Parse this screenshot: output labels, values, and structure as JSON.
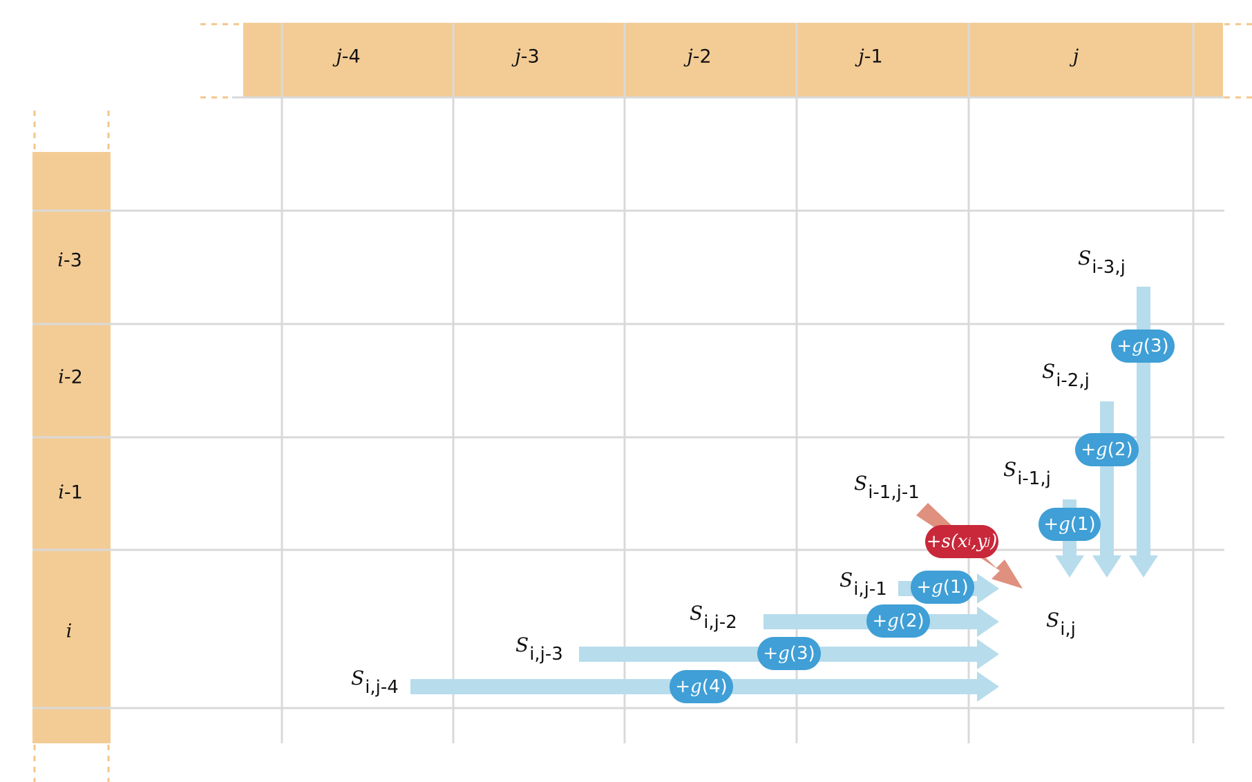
{
  "columns": [
    {
      "var": "j",
      "suffix": "-4"
    },
    {
      "var": "j",
      "suffix": "-3"
    },
    {
      "var": "j",
      "suffix": "-2"
    },
    {
      "var": "j",
      "suffix": "-1"
    },
    {
      "var": "j",
      "suffix": ""
    }
  ],
  "rows": [
    {
      "var": "i",
      "suffix": "-3"
    },
    {
      "var": "i",
      "suffix": "-2"
    },
    {
      "var": "i",
      "suffix": "-1"
    },
    {
      "var": "i",
      "suffix": ""
    }
  ],
  "cells": {
    "s_im3_j": {
      "base": "S",
      "sub": "i-3,j"
    },
    "s_im2_j": {
      "base": "S",
      "sub": "i-2,j"
    },
    "s_im1_j": {
      "base": "S",
      "sub": "i-1,j"
    },
    "s_im1_jm1": {
      "base": "S",
      "sub": "i-1,j-1"
    },
    "s_i_jm1": {
      "base": "S",
      "sub": "i,j-1"
    },
    "s_i_jm2": {
      "base": "S",
      "sub": "i,j-2"
    },
    "s_i_jm3": {
      "base": "S",
      "sub": "i,j-3"
    },
    "s_i_jm4": {
      "base": "S",
      "sub": "i,j-4"
    },
    "s_i_j": {
      "base": "S",
      "sub": "i,j"
    }
  },
  "gap_labels": {
    "g1": {
      "prefix": "+",
      "fn": "g",
      "arg": "(1)"
    },
    "g2": {
      "prefix": "+",
      "fn": "g",
      "arg": "(2)"
    },
    "g3": {
      "prefix": "+",
      "fn": "g",
      "arg": "(3)"
    },
    "g4": {
      "prefix": "+",
      "fn": "g",
      "arg": "(4)"
    }
  },
  "match_label": {
    "prefix": "+",
    "fn": "s",
    "open": "(",
    "x": "x",
    "xsub": "i",
    "comma": ",",
    "y": "y",
    "ysub": "j",
    "close": ")"
  },
  "colors": {
    "header_fill": "#f3cc95",
    "grid_line": "#d9d9d9",
    "dashed": "#f3c68a",
    "gap_arrow": "#b7dcec",
    "gap_pill": "#3f9fd6",
    "match_arrow": "#e0907f",
    "match_pill": "#c8283a"
  }
}
